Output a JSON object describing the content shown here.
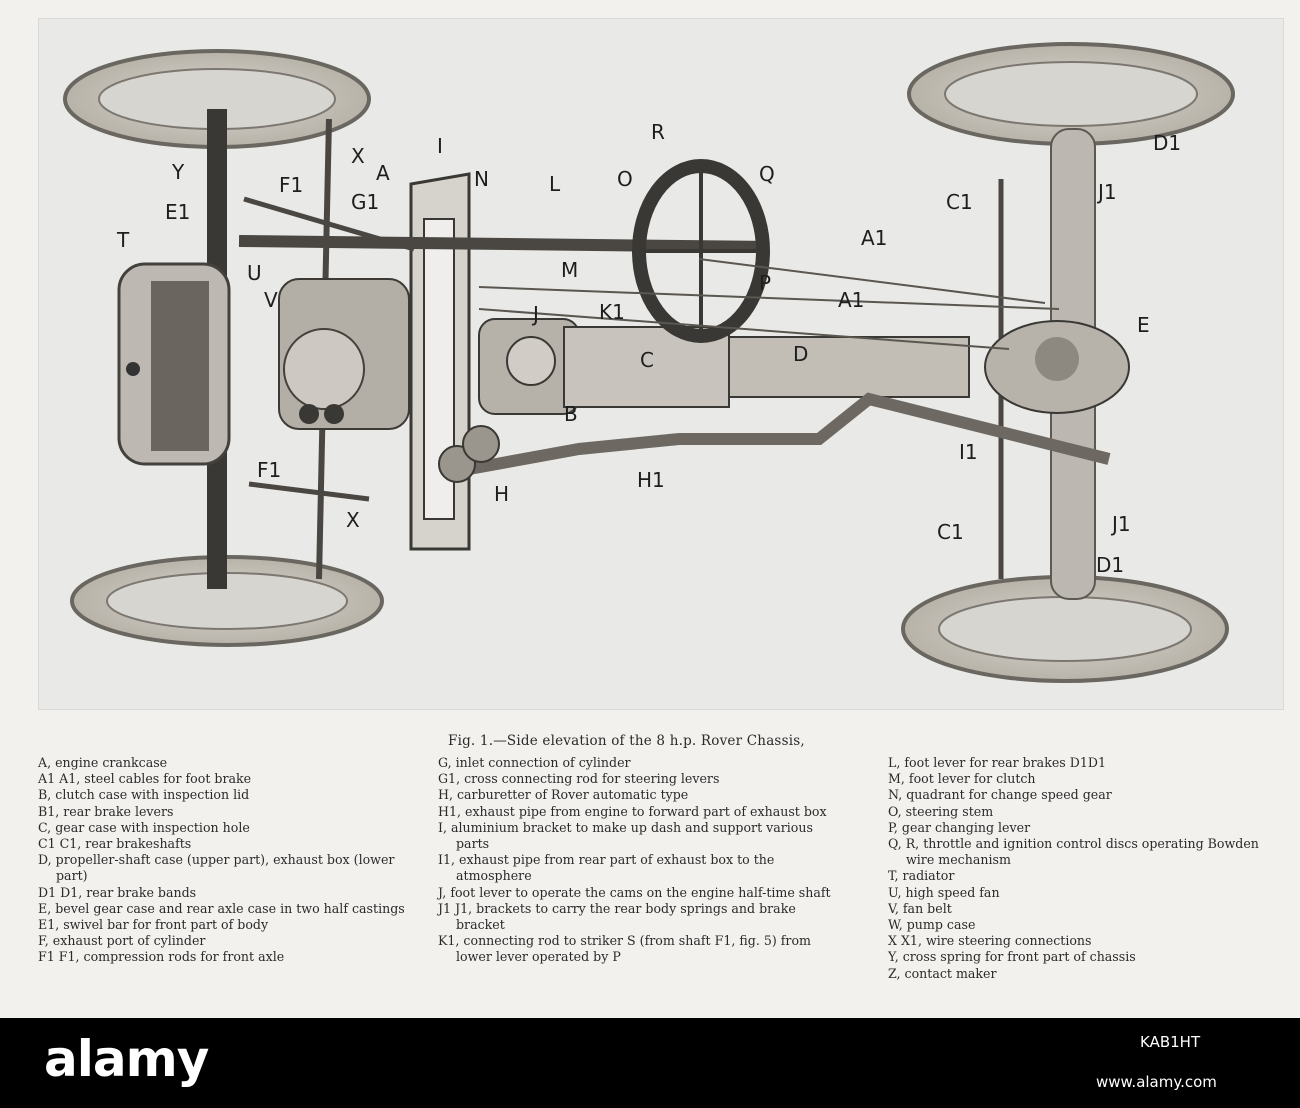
{
  "figure": {
    "labels": {
      "I": "I",
      "R": "R",
      "N": "N",
      "X_top": "X",
      "A": "A",
      "Y": "Y",
      "F1_top": "F1",
      "G1": "G1",
      "L": "L",
      "O": "O",
      "Q": "Q",
      "E1": "E1",
      "T": "T",
      "U": "U",
      "V": "V",
      "M": "M",
      "A1_upper": "A1",
      "A1_lower": "A1",
      "P": "P",
      "K1": "K1",
      "J": "J",
      "C": "C",
      "D": "D",
      "E": "E",
      "B": "B",
      "D1_top": "D1",
      "J1_top": "J1",
      "C1_top": "C1",
      "I1": "I1",
      "H": "H",
      "H1": "H1",
      "F1_bottom": "F1",
      "X_bottom": "X",
      "C1_bottom": "C1",
      "J1_bottom": "J1",
      "D1_bottom": "D1"
    },
    "caption": "Fig. 1.—Side elevation of the 8 h.p. Rover Chassis,"
  },
  "legend": {
    "col1": [
      "A, engine crankcase",
      "A1 A1, steel cables for foot brake",
      "B, clutch case with inspection lid",
      "B1, rear brake levers",
      "C, gear case with inspection hole",
      "C1 C1, rear brakeshafts",
      "D, propeller-shaft case (upper part), exhaust box (lower part)",
      "D1 D1, rear brake bands",
      "E, bevel gear case and rear axle case in two half castings",
      "E1, swivel bar for front part of body",
      "F, exhaust port of cylinder",
      "F1 F1, compression rods for front axle"
    ],
    "col2": [
      "G, inlet connection of cylinder",
      "G1, cross connecting rod for steering levers",
      "H, carburetter of Rover automatic type",
      "H1, exhaust pipe from engine to forward part of exhaust box",
      "I, aluminium bracket to make up dash and support various parts",
      "I1, exhaust pipe from rear part of exhaust box to the atmosphere",
      "J, foot lever to operate the cams on the engine half-time shaft",
      "J1 J1, brackets to carry the rear body springs and brake bracket",
      "K1, connecting rod to striker S (from shaft F1, fig. 5) from lower lever operated by P"
    ],
    "col3": [
      "L, foot lever for rear brakes D1D1",
      "M, foot lever for clutch",
      "N, quadrant for change speed gear",
      "O, steering stem",
      "P, gear changing lever",
      "Q, R, throttle and ignition control discs operating Bowden wire mechanism",
      "T, radiator",
      "U, high speed fan",
      "V, fan belt",
      "W, pump case",
      "X X1, wire steering connections",
      "Y, cross spring for front part of chassis",
      "Z, contact maker"
    ]
  },
  "watermark": {
    "logo": "alamy",
    "image_id": "KAB1HT",
    "url": "www.alamy.com"
  },
  "colors": {
    "background": "#f2f1ee",
    "photo": "#e9e9e7",
    "footer": "#000000"
  }
}
